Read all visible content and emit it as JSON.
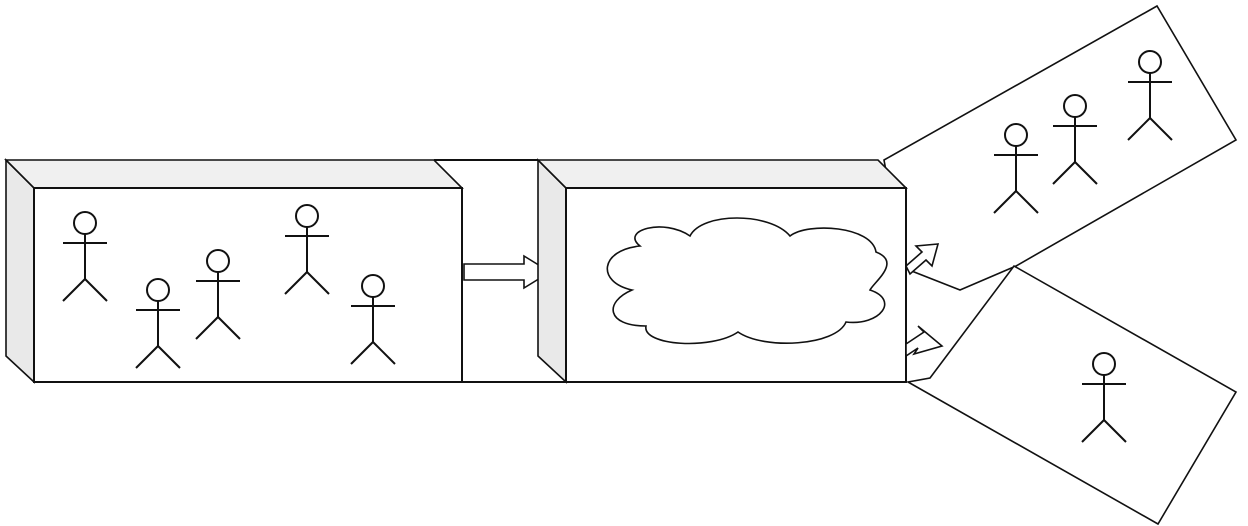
{
  "diagram": {
    "input_box_people_count": 5,
    "process_box_content": "cloud",
    "upper_branch_people_count": 3,
    "lower_branch_people_count": 1,
    "icons": {
      "person": "stick-figure-icon",
      "flow_arrow": "right-arrow-icon",
      "output_arrow": "up-right-arrow-icon",
      "process": "cloud-icon"
    },
    "colors": {
      "stroke": "#111111",
      "box_side": "#e9e9e9",
      "background": "#ffffff"
    }
  }
}
